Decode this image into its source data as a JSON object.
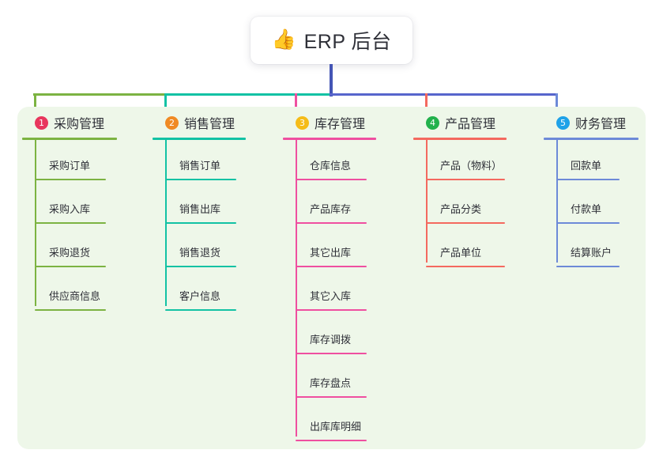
{
  "root": {
    "icon": "thumbs-up-icon",
    "icon_glyph": "👍",
    "title": "ERP 后台"
  },
  "canvas": {
    "panel_bg": "#eef7e9",
    "page_bg": "#ffffff",
    "trunk_color": "#4455b5"
  },
  "connector": {
    "segments": [
      {
        "name": "segment-green",
        "color": "#7cb342"
      },
      {
        "name": "segment-teal",
        "color": "#12c2a4"
      },
      {
        "name": "segment-indigo",
        "color": "#5765cc"
      }
    ]
  },
  "columns": [
    {
      "number": "1",
      "title": "采购管理",
      "badge_color": "#e8365d",
      "line_color": "#7cb342",
      "items": [
        "采购订单",
        "采购入库",
        "采购退货",
        "供应商信息"
      ]
    },
    {
      "number": "2",
      "title": "销售管理",
      "badge_color": "#f08a24",
      "line_color": "#12c2a4",
      "items": [
        "销售订单",
        "销售出库",
        "销售退货",
        "客户信息"
      ]
    },
    {
      "number": "3",
      "title": "库存管理",
      "badge_color": "#f5bc18",
      "line_color": "#ef4fa0",
      "items": [
        "仓库信息",
        "产品库存",
        "其它出库",
        "其它入库",
        "库存调拨",
        "库存盘点",
        "出库库明细"
      ]
    },
    {
      "number": "4",
      "title": "产品管理",
      "badge_color": "#22b14c",
      "line_color": "#f4695f",
      "items": [
        "产品（物料）",
        "产品分类",
        "产品单位"
      ]
    },
    {
      "number": "5",
      "title": "财务管理",
      "badge_color": "#1fa2e8",
      "line_color": "#6d8ad8",
      "items": [
        "回款单",
        "付款单",
        "结算账户"
      ]
    }
  ]
}
